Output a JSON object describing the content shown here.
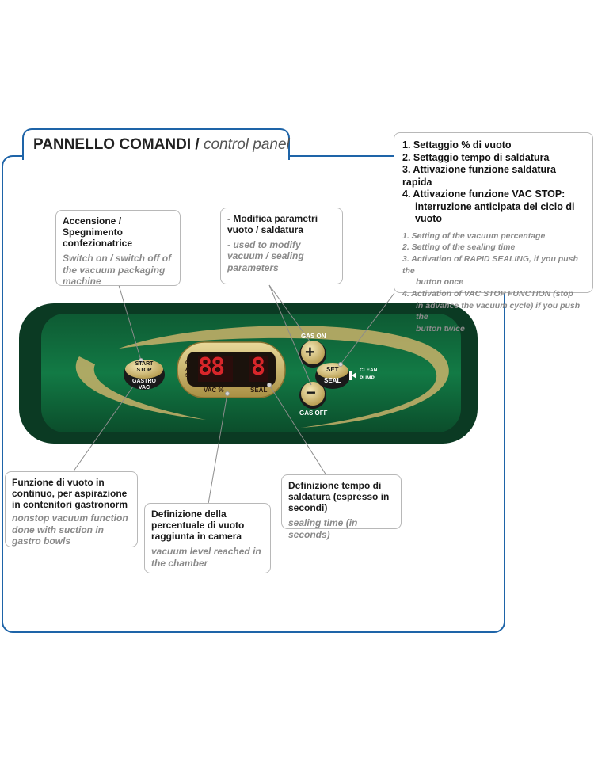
{
  "title": {
    "main": "PANNELLO COMANDI /",
    "sub": "control panel"
  },
  "callouts": {
    "power": {
      "it": "Accensione / Spegnimento confezionatrice",
      "en": "Switch on / switch off of the vacuum packaging machine"
    },
    "params": {
      "it": "- Modifica parametri vuoto / saldatura",
      "en": "- used to modify vacuum / sealing parameters"
    },
    "gastro": {
      "it": "Funzione di vuoto in continuo, per aspirazione in contenitori gastronorm",
      "en": "nonstop vacuum function done with suction in gastro bowls"
    },
    "vacuum": {
      "it": "Definizione della percentuale di vuoto raggiunta in camera",
      "en": "vacuum level reached in the chamber"
    },
    "seal": {
      "it": "Definizione tempo di saldatura (espresso in secondi)",
      "en": "sealing time (in seconds)"
    }
  },
  "settings": {
    "it": [
      "1. Settaggio % di vuoto",
      "2. Settaggio tempo di saldatura",
      "3. Attivazione funzione saldatura rapida",
      "4. Attivazione funzione VAC STOP:",
      "interruzione anticipata del ciclo di vuoto"
    ],
    "en": [
      "1. Setting of the vacuum percentage",
      "2. Setting of the sealing time",
      "3. Activation of RAPID SEALING, if you push the",
      "button once",
      "4. Activation of VAC STOP FUNCTION (stop",
      "in advance the vacuum cycle) if you push the",
      "button twice"
    ]
  },
  "panel": {
    "start_stop": [
      "START",
      "STOP"
    ],
    "gastro_vac": [
      "GASTRO",
      "VAC"
    ],
    "gas": "GAS",
    "vac_percent": "VAC %",
    "seal": "SEAL",
    "gas_on": "GAS ON",
    "gas_off": "GAS OFF",
    "plus": "+",
    "minus": "−",
    "set": "SET",
    "set_seal": "SEAL",
    "clean": "CLEAN",
    "pump": "PUMP",
    "display_left": "88",
    "display_right": "8"
  },
  "colors": {
    "border": "#1e64a8",
    "panel_green": "#0f6a3c",
    "panel_dark": "#0a3a24",
    "gold": "#c9b26a",
    "led_red": "#d8262a"
  }
}
